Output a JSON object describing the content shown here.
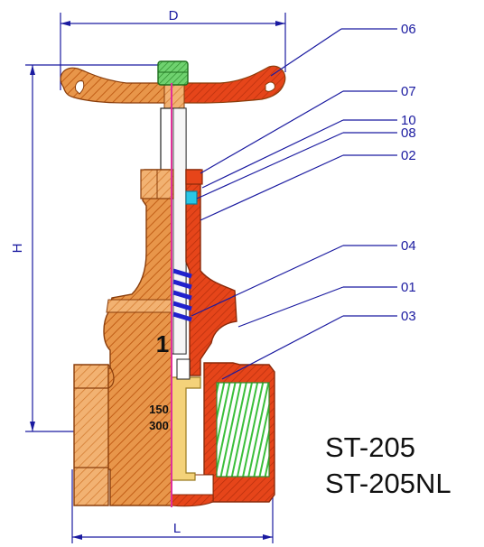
{
  "dimensions": {
    "diameter": "D",
    "height": "H",
    "length": "L"
  },
  "callouts": [
    "06",
    "07",
    "10",
    "08",
    "02",
    "04",
    "01",
    "03"
  ],
  "body_markings": {
    "size": "1",
    "pressure_upper": "150",
    "pressure_lower": "300"
  },
  "models": [
    "ST-205",
    "ST-205NL"
  ],
  "colors": {
    "dimension_line": "#1a1aa0",
    "bronze": "#e08a3c",
    "bronze_hatch": "#c25f18",
    "red_section": "#e6451a",
    "nut_green": "#3cae3c",
    "thread_green": "#3bbf3b",
    "gasket_cyan": "#29c6e6",
    "spring_blue": "#2222cc",
    "brass_disc": "#f4d27a",
    "center_line": "#e0309a"
  }
}
